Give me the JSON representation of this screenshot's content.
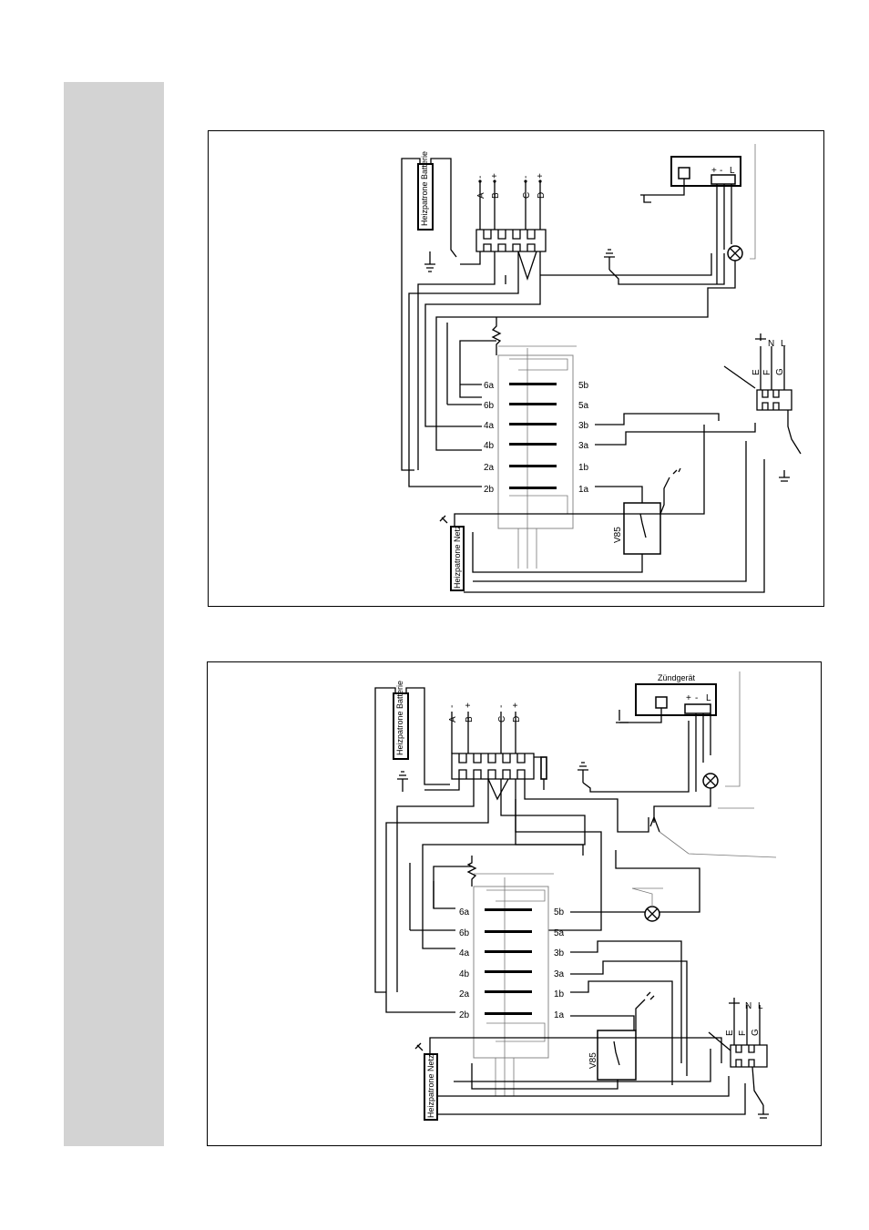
{
  "colors": {
    "sidebar": "#d3d3d3",
    "line": "#000000",
    "background": "#ffffff"
  },
  "diagram1": {
    "heater_top": "Heizpatrone Batterie",
    "heater_bottom": "Heizpatrone Netz",
    "terminal_labels": [
      "A",
      "B",
      "C",
      "D"
    ],
    "terminal_signs": [
      "-",
      "+",
      "-",
      "+"
    ],
    "switch_left": [
      "6a",
      "6b",
      "4a",
      "4b",
      "2a",
      "2b"
    ],
    "switch_right": [
      "5b",
      "5a",
      "3b",
      "3a",
      "1b",
      "1a"
    ],
    "thermostat": "V85",
    "mains_top": [
      "N",
      "L"
    ],
    "mains_terminals": [
      "E",
      "F",
      "G"
    ],
    "igniter_terminals": [
      "+",
      "-",
      "L"
    ]
  },
  "diagram2": {
    "igniter_title": "Zündgerät",
    "heater_top": "Heizpatrone Batterie",
    "heater_bottom": "Heizpatrone Netz",
    "terminal_labels": [
      "A",
      "B",
      "C",
      "D"
    ],
    "terminal_signs": [
      "-",
      "+",
      "-",
      "+"
    ],
    "switch_left": [
      "6a",
      "6b",
      "4a",
      "4b",
      "2a",
      "2b"
    ],
    "switch_right": [
      "5b",
      "5a",
      "3b",
      "3a",
      "1b",
      "1a"
    ],
    "thermostat": "V85",
    "mains_top": [
      "N",
      "L"
    ],
    "mains_terminals": [
      "E",
      "F",
      "G"
    ],
    "igniter_terminals": [
      "+",
      "-",
      "L"
    ]
  }
}
